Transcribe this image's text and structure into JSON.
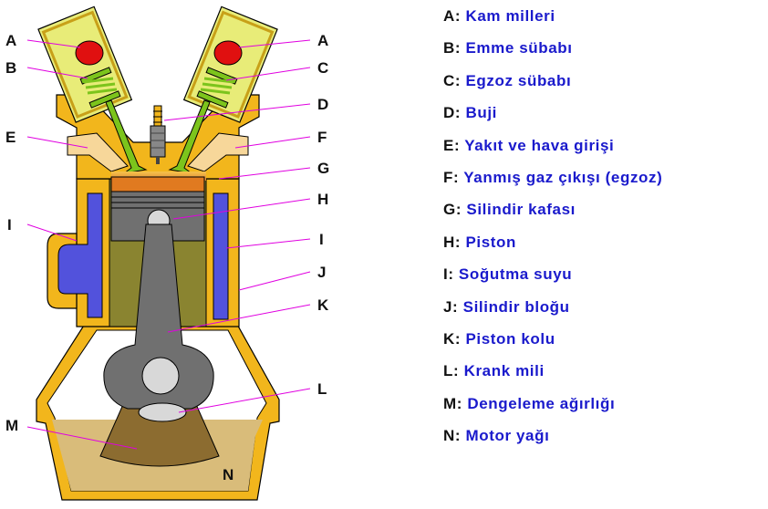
{
  "letters": {
    "a": "A",
    "b": "B",
    "c": "C",
    "d": "D",
    "e": "E",
    "f": "F",
    "g": "G",
    "h": "H",
    "i": "I",
    "j": "J",
    "k": "K",
    "l": "L",
    "m": "M",
    "n": "N"
  },
  "legend": [
    {
      "key": "A:",
      "desc": "Kam milleri"
    },
    {
      "key": "B:",
      "desc": "Emme sübabı"
    },
    {
      "key": "C:",
      "desc": "Egzoz sübabı"
    },
    {
      "key": "D:",
      "desc": "Buji"
    },
    {
      "key": "E:",
      "desc": "Yakıt ve hava girişi"
    },
    {
      "key": "F:",
      "desc": "Yanmış gaz çıkışı (egzoz)"
    },
    {
      "key": "G:",
      "desc": "Silindir kafası"
    },
    {
      "key": "H:",
      "desc": "Piston"
    },
    {
      "key": "I:",
      "desc": "Soğutma suyu"
    },
    {
      "key": "J:",
      "desc": "Silindir bloğu"
    },
    {
      "key": "K:",
      "desc": "Piston kolu"
    },
    {
      "key": "L:",
      "desc": "Krank mili"
    },
    {
      "key": "M:",
      "desc": "Dengeleme ağırlığı"
    },
    {
      "key": "N:",
      "desc": "Motor yağı"
    }
  ],
  "colors": {
    "engine_body": "#f2b61c",
    "cam_housing": "#e8ec78",
    "coolant": "#5252dc",
    "cylinder": "#8a8430",
    "piston": "#707070",
    "oil": "#d9bc7a",
    "crank_weight": "#8c6c30",
    "cam_lobe": "#e01010",
    "spring": "#7cc41c",
    "leader": "#e000e0",
    "legend_text": "#1a1acc"
  }
}
